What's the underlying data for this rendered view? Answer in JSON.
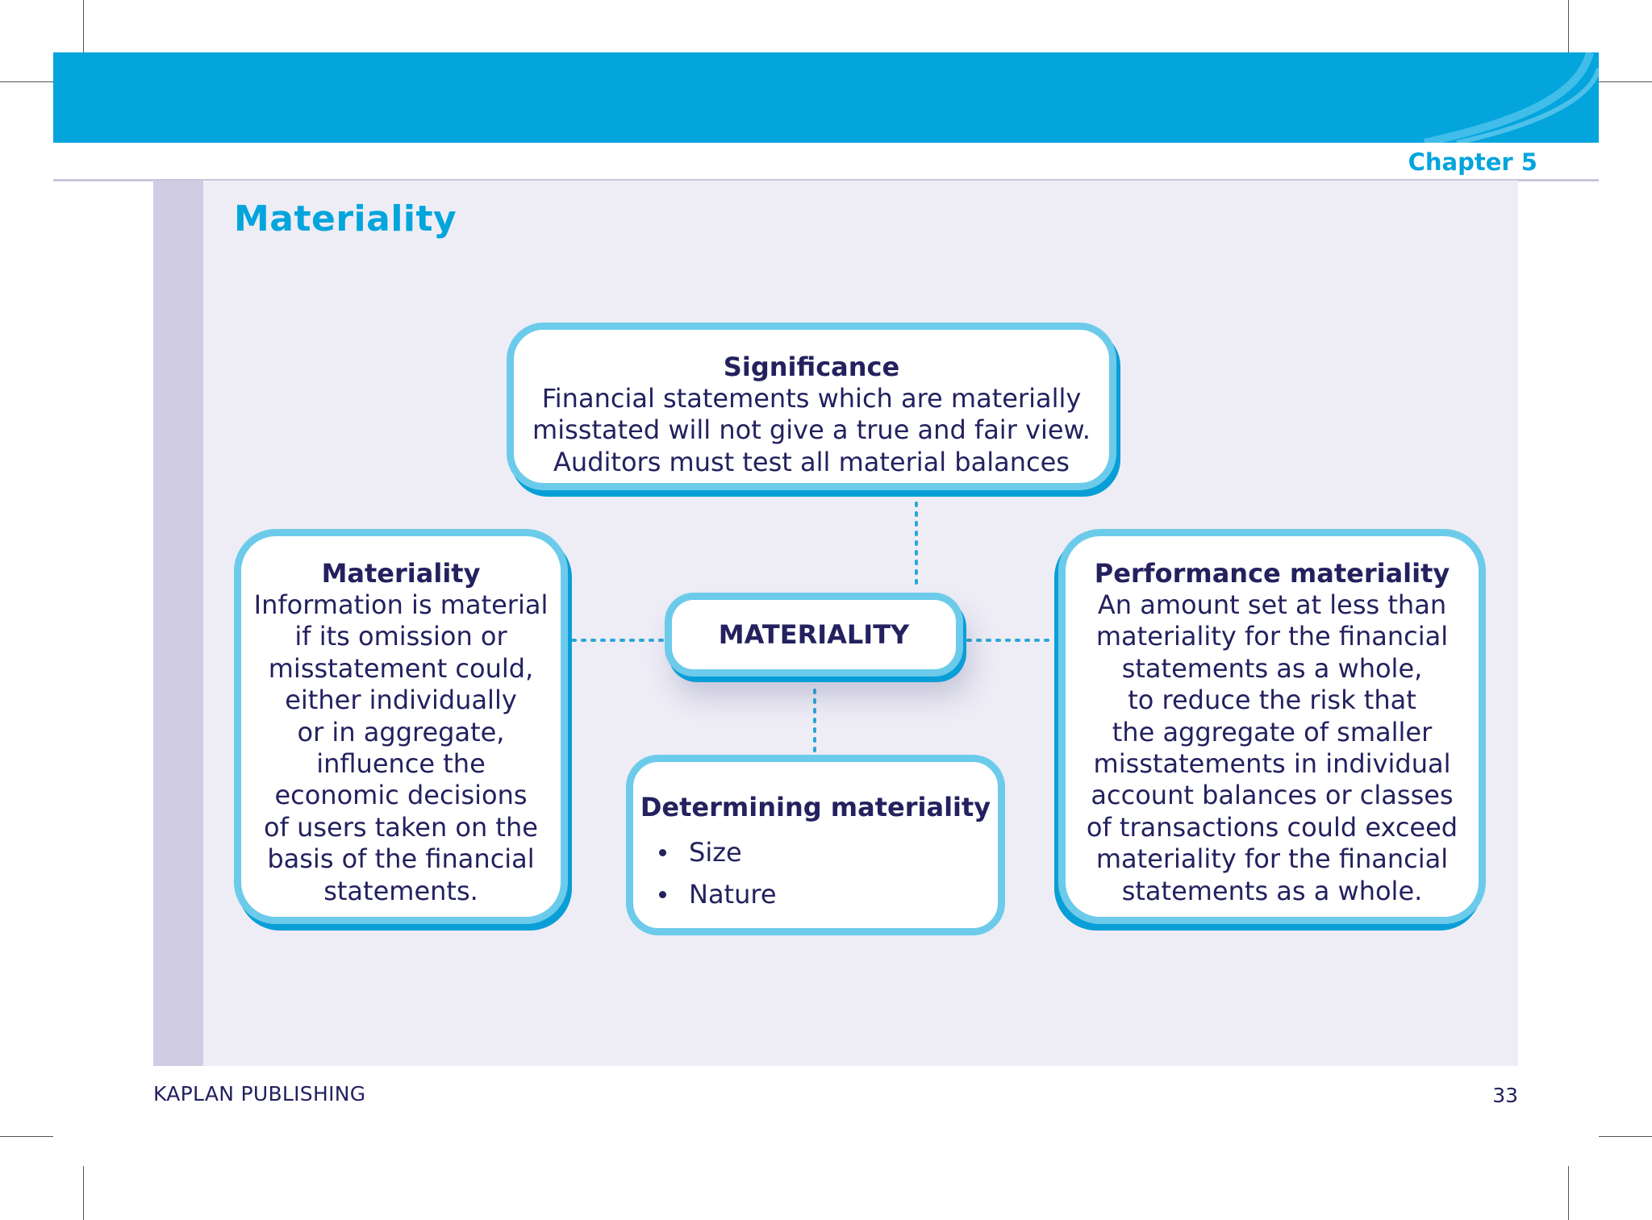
{
  "header": {
    "chapter_label": "Chapter 5",
    "band_color": "#03a5dc"
  },
  "page": {
    "title": "Materiality"
  },
  "diagram": {
    "center": {
      "label": "MATERIALITY"
    },
    "significance": {
      "title": "Significance",
      "text": "Financial statements which are materially\nmisstated will not give a true and fair view.\nAuditors must test all material balances"
    },
    "materiality": {
      "title": "Materiality",
      "text": "Information is material\nif its omission or\nmisstatement could,\neither individually\nor in aggregate,\ninfluence the\neconomic decisions\nof users taken on the\nbasis of the financial\nstatements."
    },
    "performance": {
      "title": "Performance materiality",
      "text": "An amount set at less than\nmateriality for the financial\nstatements as a whole,\nto reduce the risk that\nthe aggregate of smaller\nmisstatements in individual\naccount balances or classes\nof transactions could exceed\nmateriality for the financial\nstatements as a whole."
    },
    "determining": {
      "title": "Determining materiality",
      "items": [
        "Size",
        "Nature"
      ]
    },
    "colors": {
      "box_border": "#6ccbea",
      "box_shadow": "#0a9ed7",
      "text": "#23215e",
      "connector": "#2aa7d8"
    }
  },
  "footer": {
    "publisher": "KAPLAN PUBLISHING",
    "page_number": "33"
  }
}
